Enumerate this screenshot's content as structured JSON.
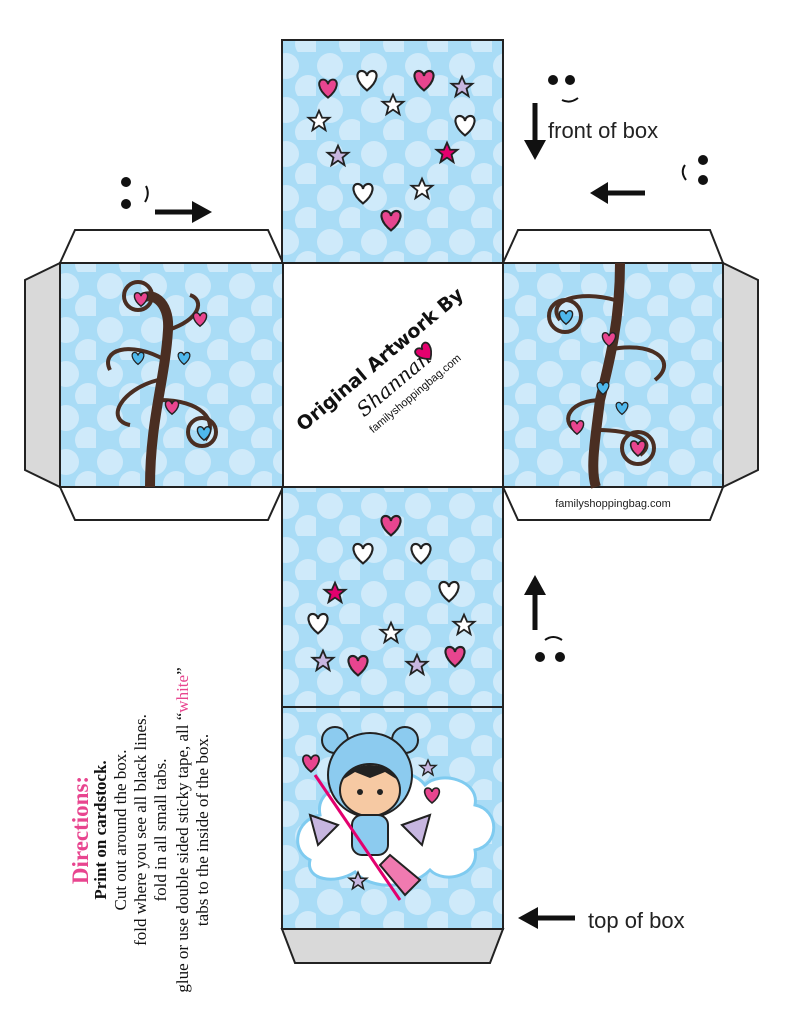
{
  "labels": {
    "front": "front of box",
    "top": "top of box",
    "tab_site": "familyshoppingbag.com"
  },
  "credit": {
    "line1": "Original Artwork By",
    "signature": "Shannan",
    "site": "familyshoppingbag.com"
  },
  "directions": {
    "title": "Directions:",
    "subtitle": "Print on cardstock.",
    "lines": [
      "Cut out around the box.",
      "fold where you see all black lines.",
      "fold in all small tabs.",
      "glue or use double sided sticky tape, all “",
      "tabs to the inside of the box."
    ],
    "highlight_word": "white",
    "highlight_close": "”"
  },
  "colors": {
    "panel": "#a9dcf6",
    "dot": "#cfeafa",
    "pink": "#e8458f",
    "magenta": "#e3006e",
    "lavender": "#c7b6e0",
    "tab_gray": "#d9d9d9",
    "trunk": "#4a2e22"
  },
  "icons": [
    "heart-icon",
    "star-icon",
    "eyes-icon",
    "arrow-icon",
    "tree-icon",
    "bear-girl-icon",
    "cloud-icon"
  ]
}
